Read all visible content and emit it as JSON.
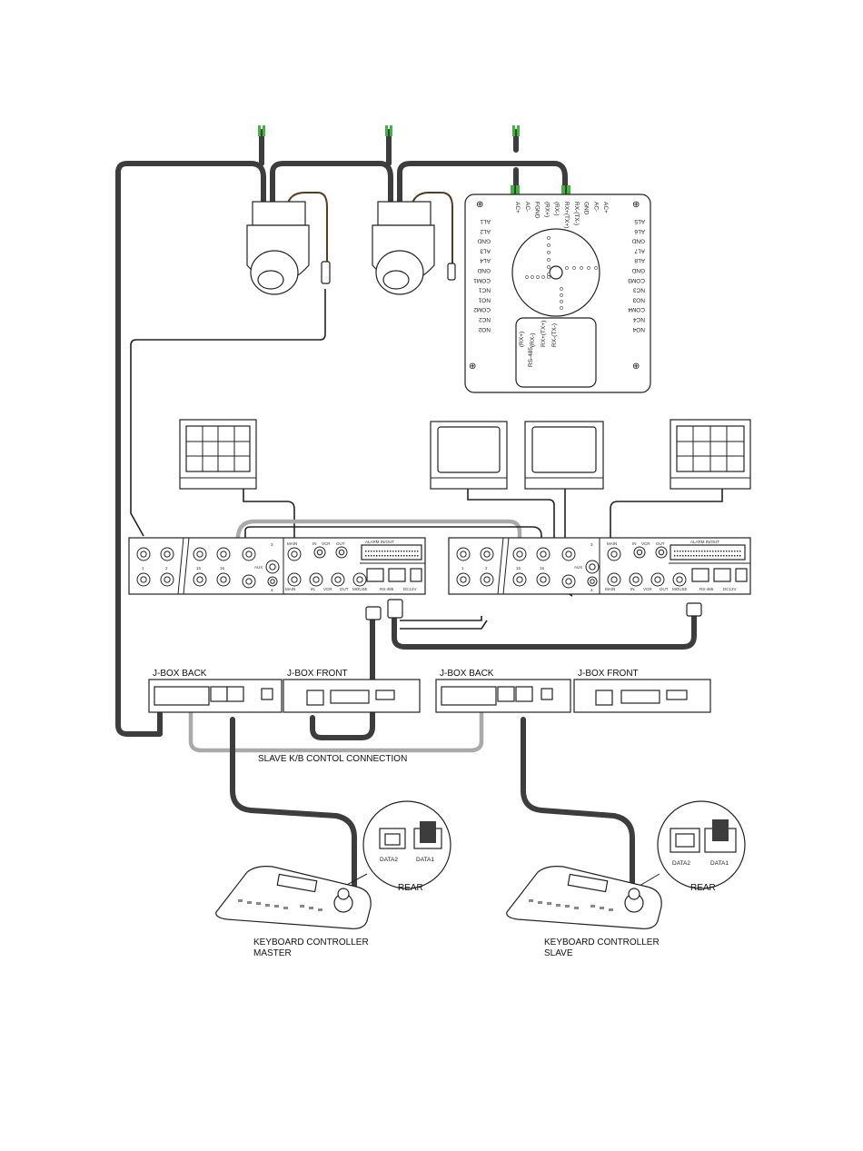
{
  "colors": {
    "cable_dark": "#3d3d3d",
    "cable_light": "#aaaaaa",
    "cable_brown": "#5a3a1e",
    "wire_green": "#3fb53f"
  },
  "alarm_board": {
    "top_terminals": [
      "AC+",
      "AC-",
      "FGND",
      "(RX+)",
      "(RX-)",
      "RX+(TX+)",
      "RX-(TX-)",
      "GND",
      "AC-",
      "AC+"
    ],
    "left_terminals": [
      "AL1",
      "AL2",
      "GND",
      "AL3",
      "AL4",
      "GND",
      "COM1",
      "NC1",
      "NO1",
      "COM2",
      "NC2",
      "NO2"
    ],
    "right_terminals": [
      "AL5",
      "AL6",
      "GND",
      "AL7",
      "AL8",
      "GND",
      "COM3",
      "NC3",
      "NO3",
      "COM4",
      "NC4",
      "NO4"
    ],
    "inner_terminals": [
      "(RX+)",
      "(RX-)",
      "RX+(TX+)",
      "RX-(TX-)"
    ],
    "inner_label": "RS-485"
  },
  "dvr": {
    "aux_label": "AUX",
    "main_label": "MAIN",
    "vcr_label": "VCR",
    "in_label": "IN",
    "out_label": "OUT",
    "mouse_label": "MOUSE",
    "rs485_label": "RS-485",
    "dc_label": "DC12V",
    "alarm_label": "ALARM IN/OUT",
    "cam_numbers": [
      "1",
      "2",
      "3",
      "4",
      "15",
      "16"
    ]
  },
  "labels": {
    "jbox_back": "J-BOX BACK",
    "jbox_front": "J-BOX FRONT",
    "slave_connection": "SLAVE K/B CONTOL CONNECTION",
    "rear": "REAR",
    "data1": "DATA1",
    "data2": "DATA2",
    "keyboard_controller": "KEYBOARD CONTROLLER",
    "master": "MASTER",
    "slave": "SLAVE"
  }
}
